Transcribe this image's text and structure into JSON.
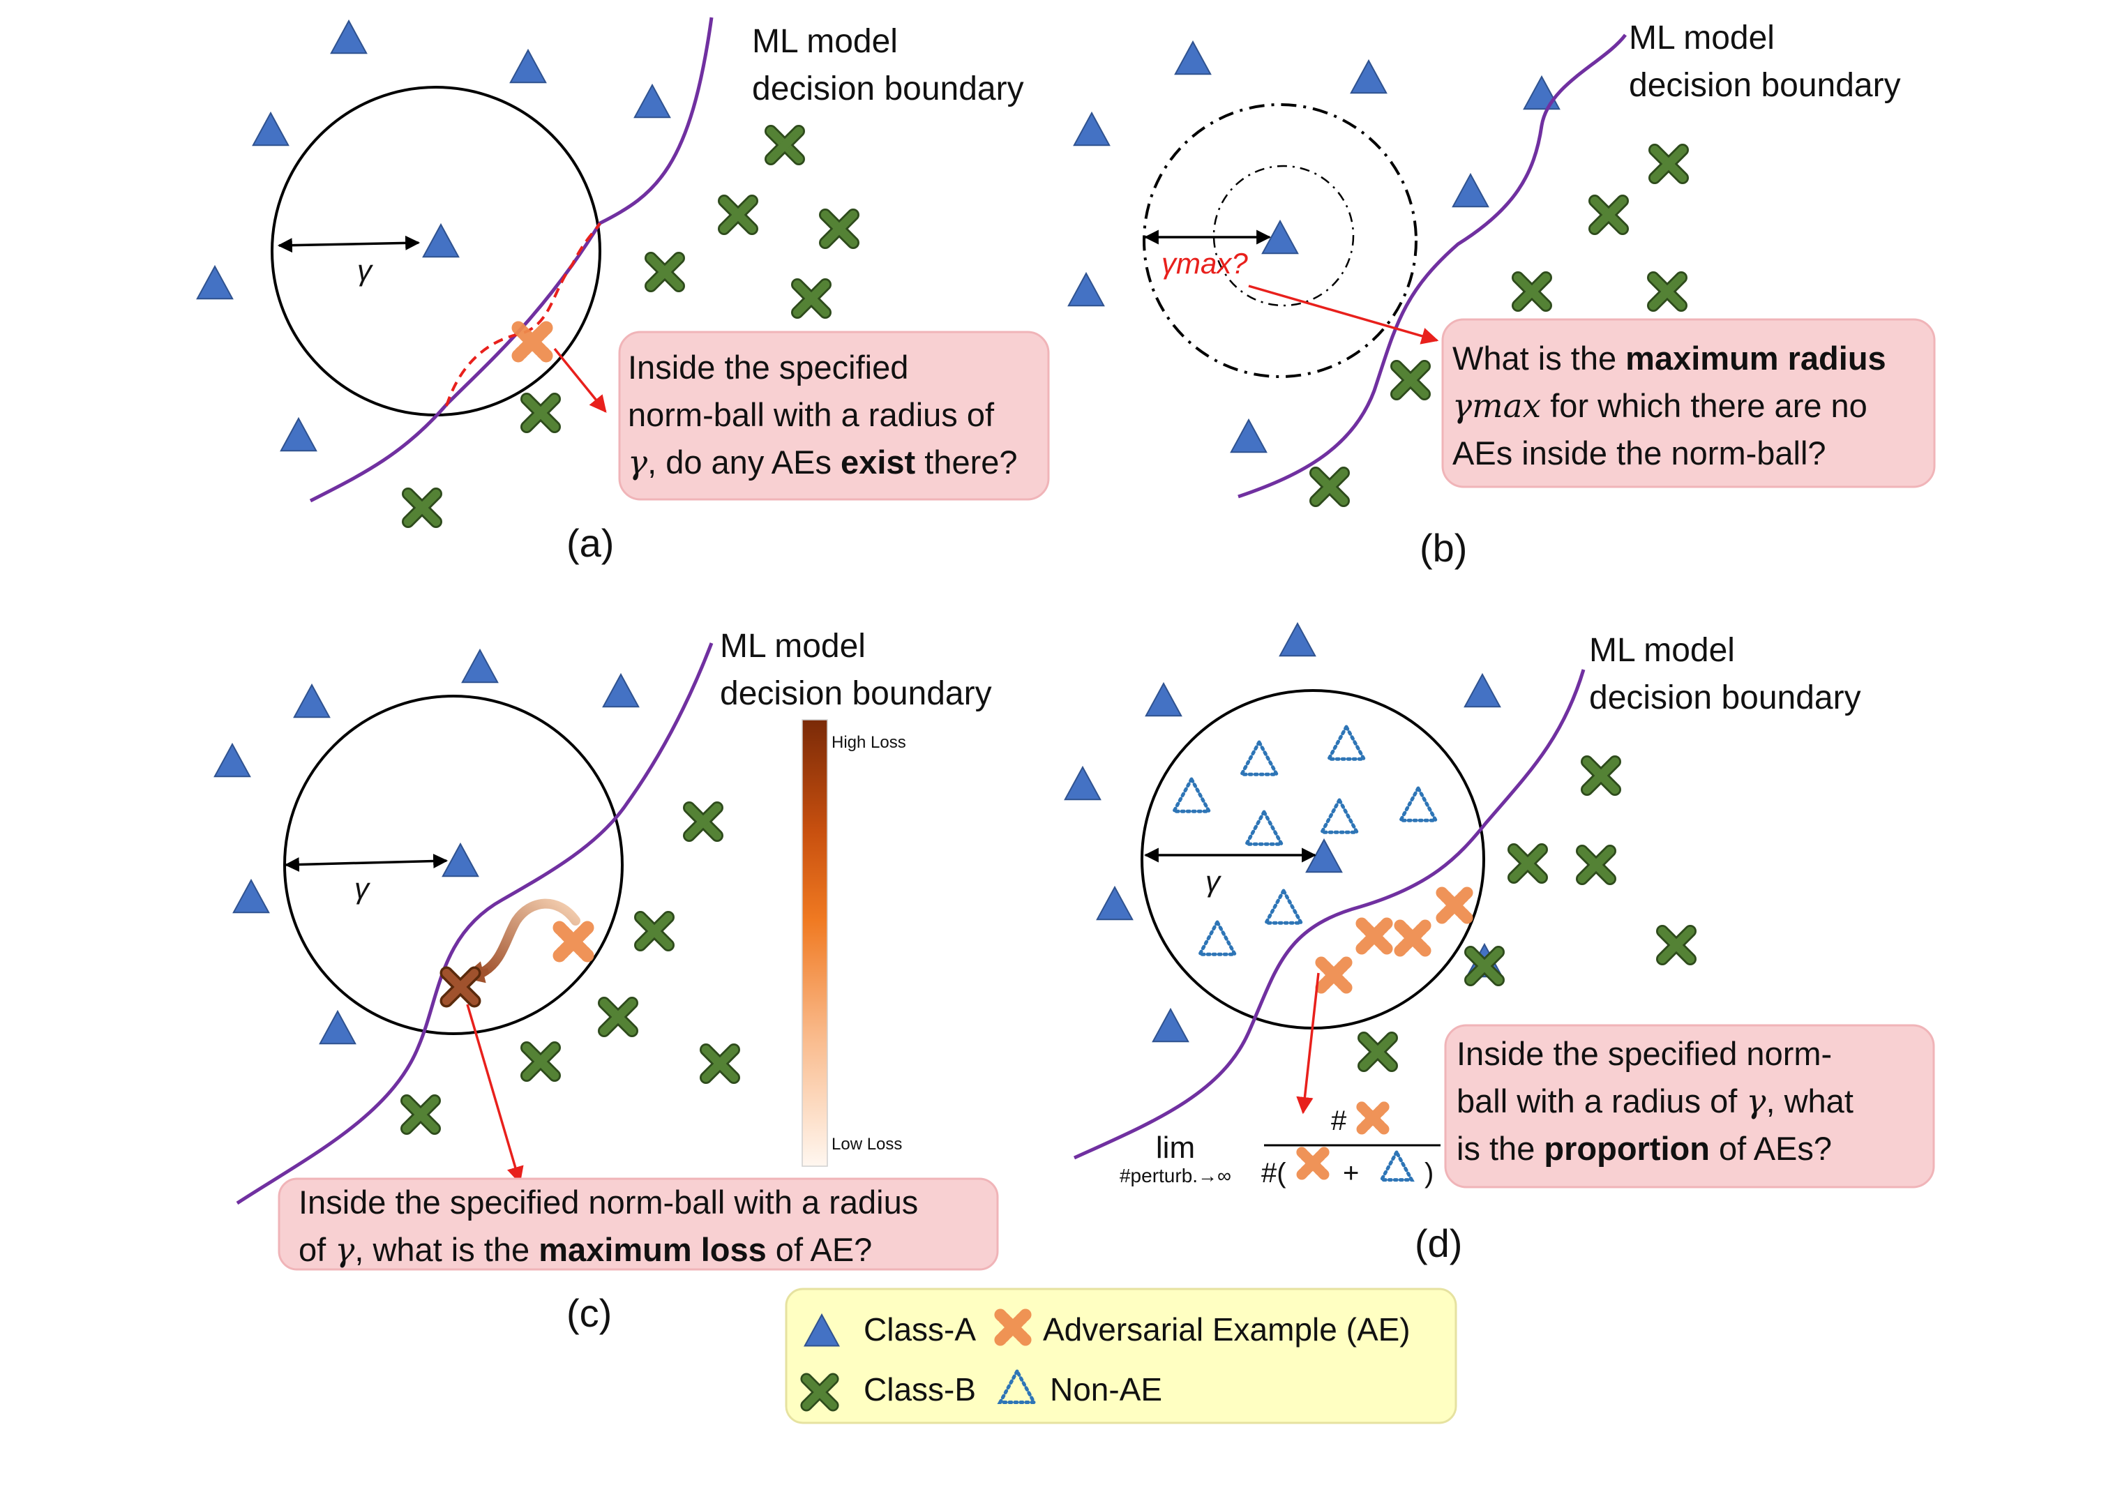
{
  "panels": {
    "a": {
      "label": "(a)",
      "boundary_label": [
        "ML model",
        "decision boundary"
      ],
      "radius_symbol": "γ",
      "question": {
        "lines": [
          [
            {
              "t": "Inside the specified"
            }
          ],
          [
            {
              "t": "norm-ball with a radius of"
            }
          ],
          [
            {
              "t": "γ",
              "i": true
            },
            {
              "t": ", do any AEs "
            },
            {
              "t": "exist",
              "b": true
            },
            {
              "t": " there?"
            }
          ]
        ]
      }
    },
    "b": {
      "label": "(b)",
      "boundary_label": [
        "ML model",
        "decision boundary"
      ],
      "radius_symbol": "γmax?",
      "question": {
        "lines": [
          [
            {
              "t": "What is the "
            },
            {
              "t": "maximum radius",
              "b": true
            }
          ],
          [
            {
              "t": "γmax",
              "i": true
            },
            {
              "t": " for which there are no"
            }
          ],
          [
            {
              "t": "AEs inside the norm-ball?"
            }
          ]
        ]
      }
    },
    "c": {
      "label": "(c)",
      "boundary_label": [
        "ML model",
        "decision boundary"
      ],
      "radius_symbol": "γ",
      "colorbar": {
        "high": "High Loss",
        "low": "Low Loss"
      },
      "question": {
        "lines": [
          [
            {
              "t": "Inside the specified norm-ball with a radius"
            }
          ],
          [
            {
              "t": "of "
            },
            {
              "t": "γ",
              "i": true
            },
            {
              "t": ", what is the "
            },
            {
              "t": "maximum loss",
              "b": true
            },
            {
              "t": " of AE?"
            }
          ]
        ]
      }
    },
    "d": {
      "label": "(d)",
      "boundary_label": [
        "ML model",
        "decision boundary"
      ],
      "radius_symbol": "γ",
      "formula": {
        "lim": "lim",
        "sub": "#perturb.→∞",
        "num": "#",
        "den_open": "#(",
        "den_plus": "+",
        "den_close": ")"
      },
      "question": {
        "lines": [
          [
            {
              "t": "Inside the specified norm-"
            }
          ],
          [
            {
              "t": "ball with a radius of "
            },
            {
              "t": "γ",
              "i": true
            },
            {
              "t": ", what"
            }
          ],
          [
            {
              "t": "is the "
            },
            {
              "t": "proportion",
              "b": true
            },
            {
              "t": " of AEs?"
            }
          ]
        ]
      }
    }
  },
  "legend": {
    "class_a": "Class-A",
    "class_b": "Class-B",
    "ae": "Adversarial Example (AE)",
    "non_ae": "Non-AE"
  },
  "colors": {
    "class_a": "#4472c4",
    "class_b": "#548235",
    "boundary": "#7030a0",
    "ae": "#f4b183",
    "non_ae": "#2e75b6",
    "arrow": "#e8201c",
    "bubble": "#f8d0d2",
    "legend_bg": "#ffffc2"
  },
  "icons": [
    "triangle-icon",
    "cross-icon",
    "ae-blob-icon",
    "dotted-triangle-icon"
  ]
}
